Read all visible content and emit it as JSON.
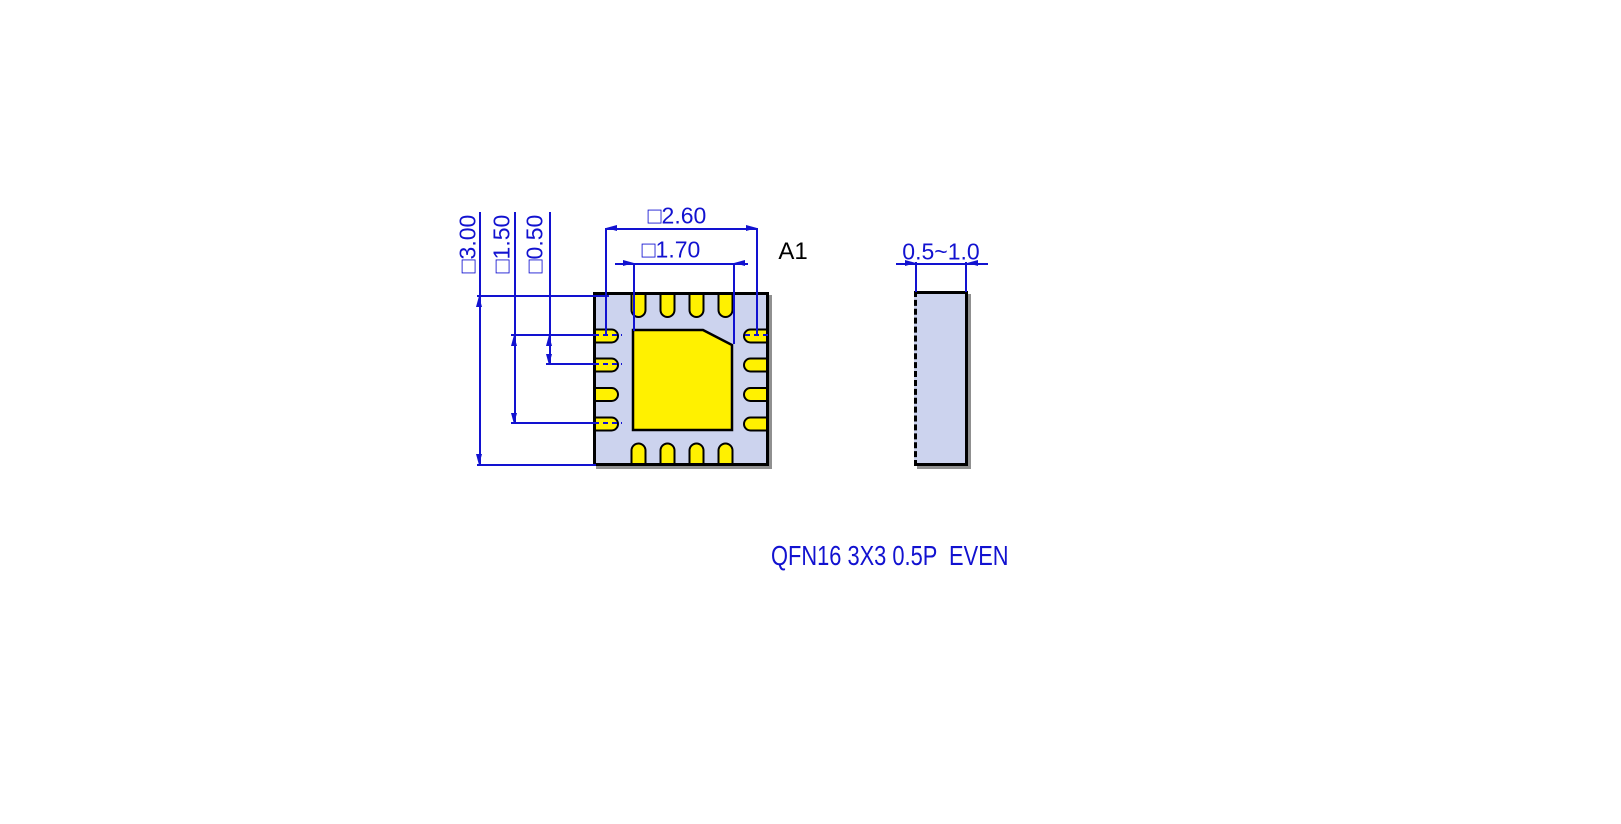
{
  "footer_label": "QFN16 3X3 0.5P  EVEN",
  "colors": {
    "dimension_blue": "#1212d0",
    "body_fill": "#ccd3ee",
    "pad_yellow": "#fff100",
    "outline_black": "#000000",
    "shadow_gray": "#909090"
  },
  "top_view": {
    "pin1_label": "A1",
    "dim_pad_outer_span": "□2.60",
    "dim_exposed_pad": "□1.70",
    "dim_body_size": "□3.00",
    "dim_pad_row_span": "□1.50",
    "dim_pad_pitch": "□0.50"
  },
  "side_view": {
    "dim_thickness": "0.5~1.0"
  }
}
